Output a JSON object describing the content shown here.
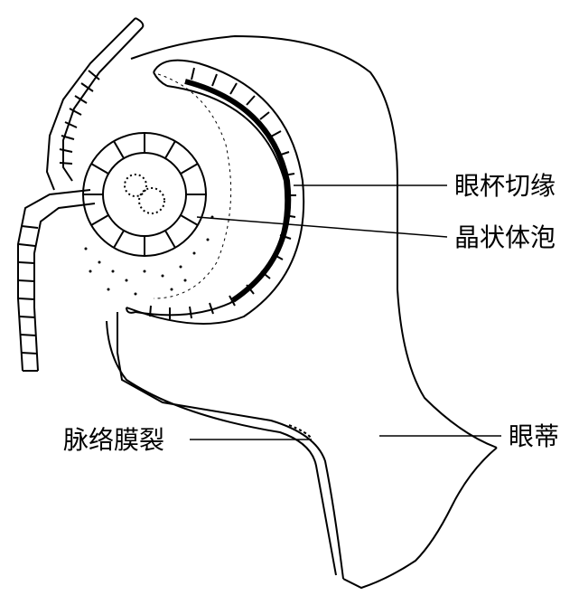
{
  "diagram": {
    "labels": {
      "optic_cup_rim": "眼杯切缘",
      "lens_vesicle": "晶状体泡",
      "optic_stalk": "眼蒂",
      "choroid_fissure": "脉络膜裂"
    },
    "colors": {
      "ink": "#000000",
      "paper": "#ffffff"
    }
  }
}
